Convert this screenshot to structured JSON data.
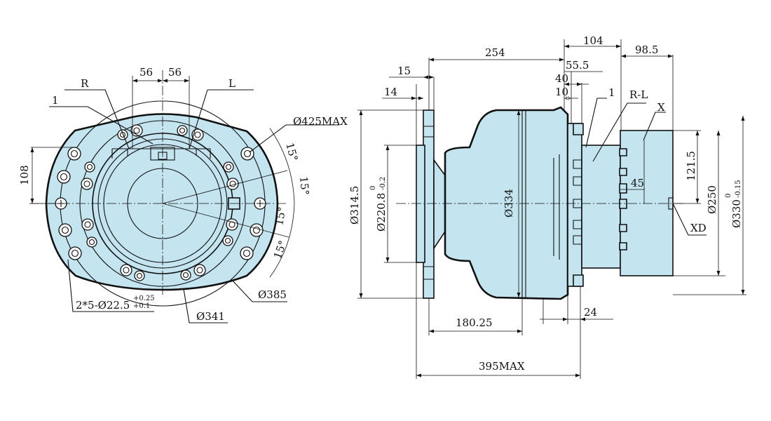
{
  "drawing": {
    "front_view": {
      "width_dim_left": "56",
      "width_dim_right": "56",
      "label_r": "R",
      "label_l": "L",
      "label_1": "1",
      "dia_max": "Ø425MAX",
      "angle_1": "15°",
      "angle_2": "15°",
      "angle_3": "15°",
      "angle_4": "15°",
      "height_108": "108",
      "holes_note": "2*5-Ø22.5",
      "holes_tol_upper": "+0.25",
      "holes_tol_lower": "+0.1",
      "dia_385": "Ø385",
      "dia_341": "Ø341"
    },
    "side_view": {
      "len_254": "254",
      "len_104": "104",
      "len_98_5": "98.5",
      "len_15": "15",
      "len_55_5": "55.5",
      "len_40": "40",
      "len_10": "10",
      "len_14": "14",
      "label_1": "1",
      "label_rl": "R-L",
      "label_x": "X",
      "len_121_5": "121.5",
      "len_45": "45",
      "dia_314_5": "Ø314.5",
      "dia_220_8": "Ø220.8",
      "dia_220_8_tol_upper": "0",
      "dia_220_8_tol_lower": "-0.2",
      "dia_334": "Ø334",
      "dia_250": "Ø250",
      "dia_330": "Ø330",
      "dia_330_tol_upper": "0",
      "dia_330_tol_lower": "-0.15",
      "label_xd": "XD",
      "len_180_25": "180.25",
      "len_24": "24",
      "len_395_max": "395MAX"
    }
  }
}
